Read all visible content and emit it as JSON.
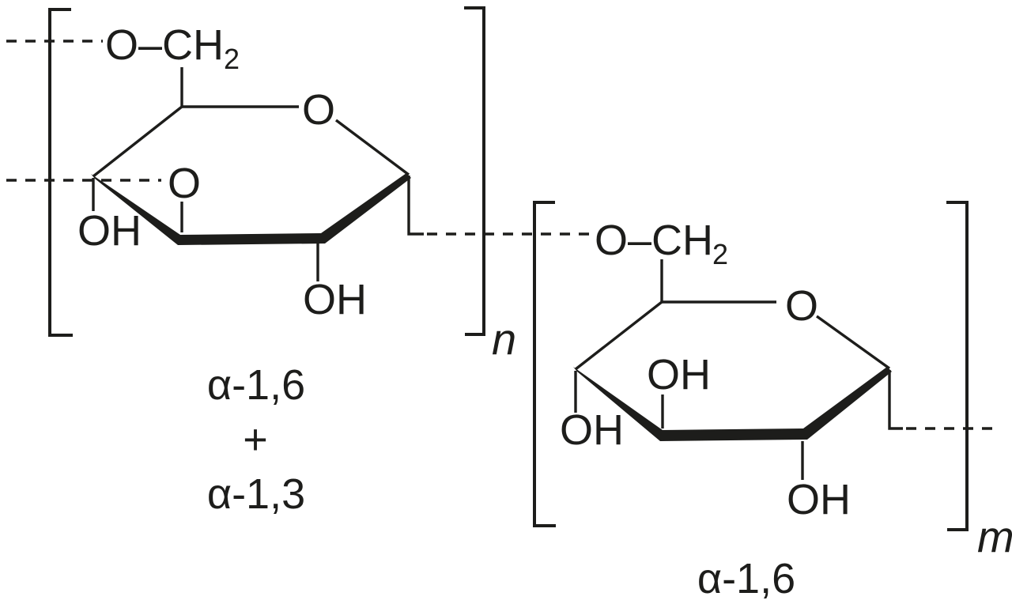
{
  "structure": {
    "left_unit": {
      "ch2_label": "O–CH",
      "ch2_subscript": "2",
      "ring_oxygen": "O",
      "branch_oxygen": "O",
      "c4_hydroxyl": "OH",
      "c2_hydroxyl": "OH",
      "repeat_subscript": "n",
      "linkage_label_line1": "α-1,6",
      "linkage_label_line2": "+",
      "linkage_label_line3": "α-1,3"
    },
    "right_unit": {
      "ch2_label": "O–CH",
      "ch2_subscript": "2",
      "ring_oxygen": "O",
      "c4_hydroxyl": "OH",
      "c3_hydroxyl": "OH",
      "c2_hydroxyl": "OH",
      "repeat_subscript": "m",
      "linkage_label": "α-1,6"
    },
    "colors": {
      "ink": "#1d1d1b",
      "background": "#ffffff"
    }
  }
}
